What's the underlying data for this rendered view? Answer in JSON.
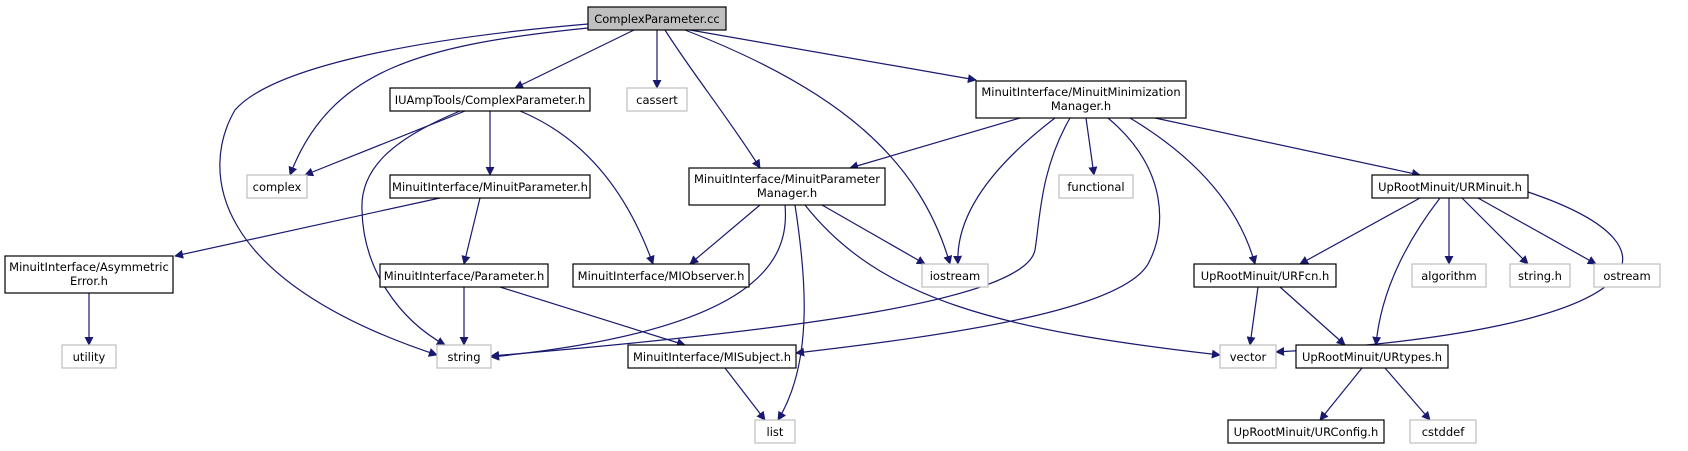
{
  "colors": {
    "edge": "#191970",
    "project_border": "#000000",
    "system_border": "#bfbfbf",
    "root_fill": "#bfbfbf"
  },
  "nodes": {
    "root": {
      "lines": [
        "ComplexParameter.cc"
      ]
    },
    "iuamp": {
      "lines": [
        "IUAmpTools/ComplexParameter.h"
      ]
    },
    "cassert": {
      "lines": [
        "cassert"
      ]
    },
    "mmm": {
      "lines": [
        "MinuitInterface/MinuitMinimization",
        "Manager.h"
      ]
    },
    "complex": {
      "lines": [
        "complex"
      ]
    },
    "mpar": {
      "lines": [
        "MinuitInterface/MinuitParameter.h"
      ]
    },
    "mpm": {
      "lines": [
        "MinuitInterface/MinuitParameter",
        "Manager.h"
      ]
    },
    "functional": {
      "lines": [
        "functional"
      ]
    },
    "urminuit": {
      "lines": [
        "UpRootMinuit/URMinuit.h"
      ]
    },
    "asym": {
      "lines": [
        "MinuitInterface/Asymmetric",
        "Error.h"
      ]
    },
    "param": {
      "lines": [
        "MinuitInterface/Parameter.h"
      ]
    },
    "mio": {
      "lines": [
        "MinuitInterface/MIObserver.h"
      ]
    },
    "iostream": {
      "lines": [
        "iostream"
      ]
    },
    "urfcn": {
      "lines": [
        "UpRootMinuit/URFcn.h"
      ]
    },
    "algorithm": {
      "lines": [
        "algorithm"
      ]
    },
    "stringh": {
      "lines": [
        "string.h"
      ]
    },
    "ostream": {
      "lines": [
        "ostream"
      ]
    },
    "utility": {
      "lines": [
        "utility"
      ]
    },
    "string": {
      "lines": [
        "string"
      ]
    },
    "misub": {
      "lines": [
        "MinuitInterface/MISubject.h"
      ]
    },
    "vector": {
      "lines": [
        "vector"
      ]
    },
    "urtypes": {
      "lines": [
        "UpRootMinuit/URtypes.h"
      ]
    },
    "list": {
      "lines": [
        "list"
      ]
    },
    "urconfig": {
      "lines": [
        "UpRootMinuit/URConfig.h"
      ]
    },
    "cstddef": {
      "lines": [
        "cstddef"
      ]
    }
  }
}
